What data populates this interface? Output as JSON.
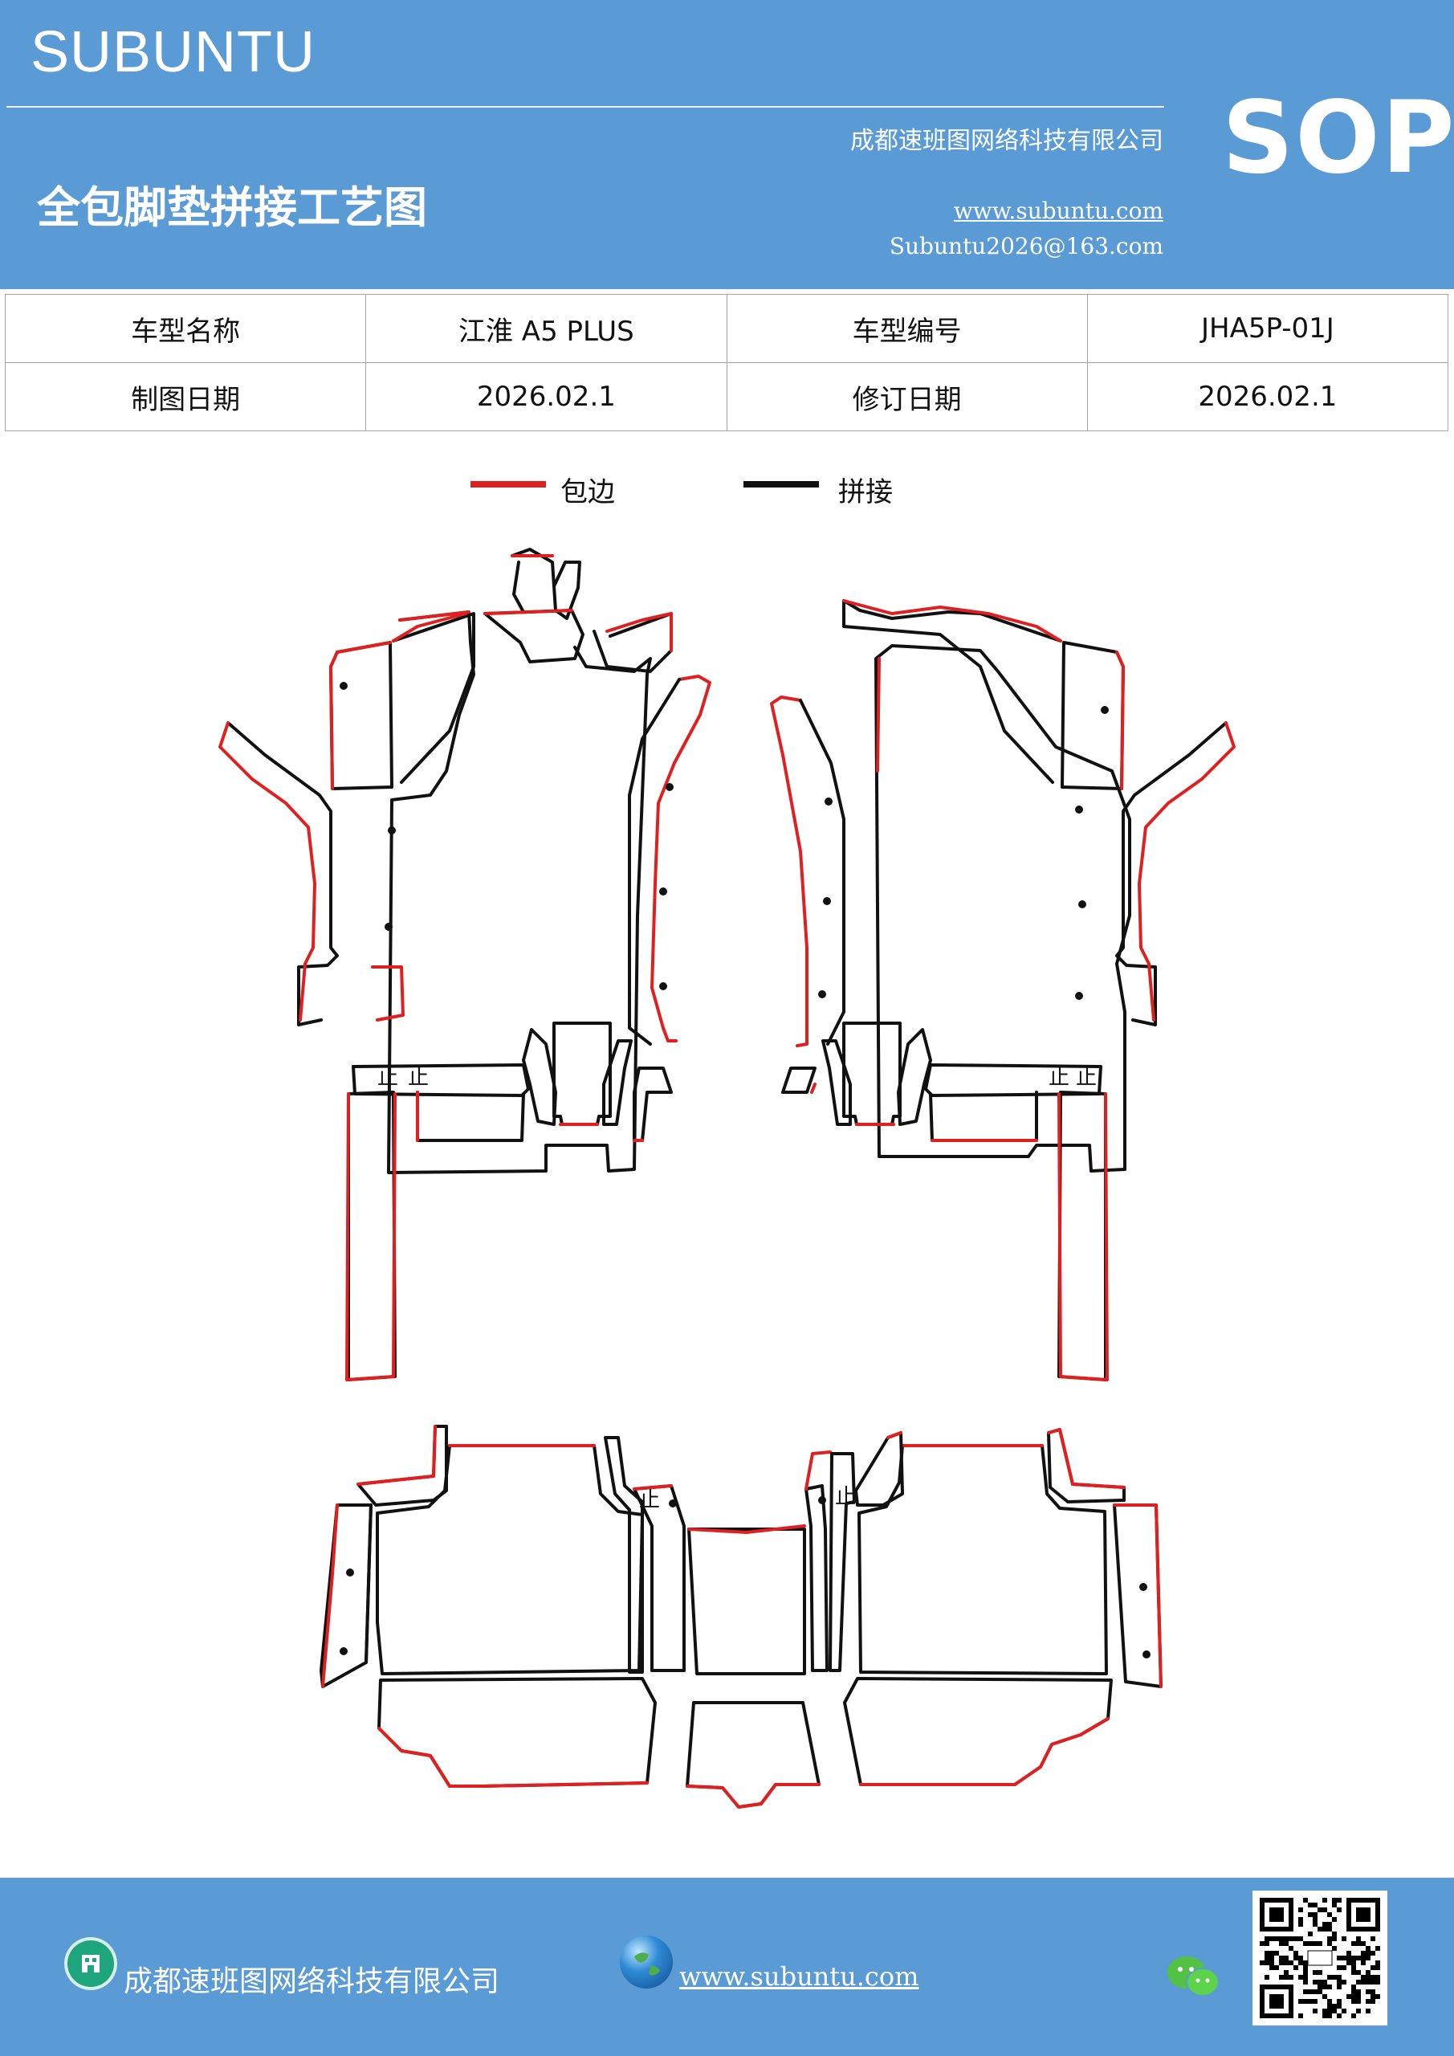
{
  "header": {
    "brand": "SUBUNTU",
    "company": "成都速班图网络科技有限公司",
    "title": "全包脚垫拼接工艺图",
    "website": "www.subuntu.com",
    "email": "Subuntu2026@163.com",
    "sop": "SOP",
    "background_color": "#5b9bd5"
  },
  "info_table": {
    "rows": [
      [
        "车型名称",
        "江淮 A5  PLUS",
        "车型编号",
        "JHA5P-01J"
      ],
      [
        "制图日期",
        "2026.02.1",
        "修订日期",
        "2026.02.1"
      ]
    ]
  },
  "legend": {
    "items": [
      {
        "label": "包边",
        "color": "#e02020"
      },
      {
        "label": "拼接",
        "color": "#111111"
      }
    ]
  },
  "diagram": {
    "piece_mark": "止",
    "edge_color": "#e02020",
    "seam_color": "#111111"
  },
  "footer": {
    "company": "成都速班图网络科技有限公司",
    "website": "www.subuntu.com",
    "icons": [
      "building-icon",
      "globe-icon",
      "wechat-icon",
      "qr-code"
    ]
  }
}
